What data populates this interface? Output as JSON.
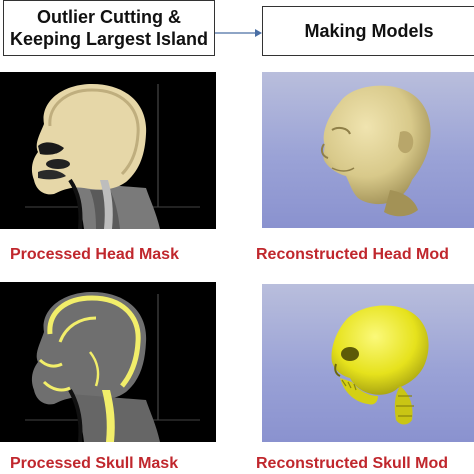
{
  "steps": {
    "step1": "Outlier Cutting &\nKeeping Largest Island",
    "step2": "Making Models"
  },
  "captions": {
    "head_mask": "Processed Head Mask",
    "head_model": "Reconstructed Head Mod",
    "skull_mask": "Processed Skull Mask",
    "skull_model": "Reconstructed Skull Mod"
  },
  "colors": {
    "caption": "#c0272d",
    "head_mask_overlay": "#e6d7a8",
    "skull_mask_overlay": "#f2ee6a",
    "head_model": "#d8c98a",
    "skull_model": "#e6e21c",
    "view_background": "#9aa2d6"
  },
  "icons": {
    "arrow": "arrow-right-icon"
  }
}
